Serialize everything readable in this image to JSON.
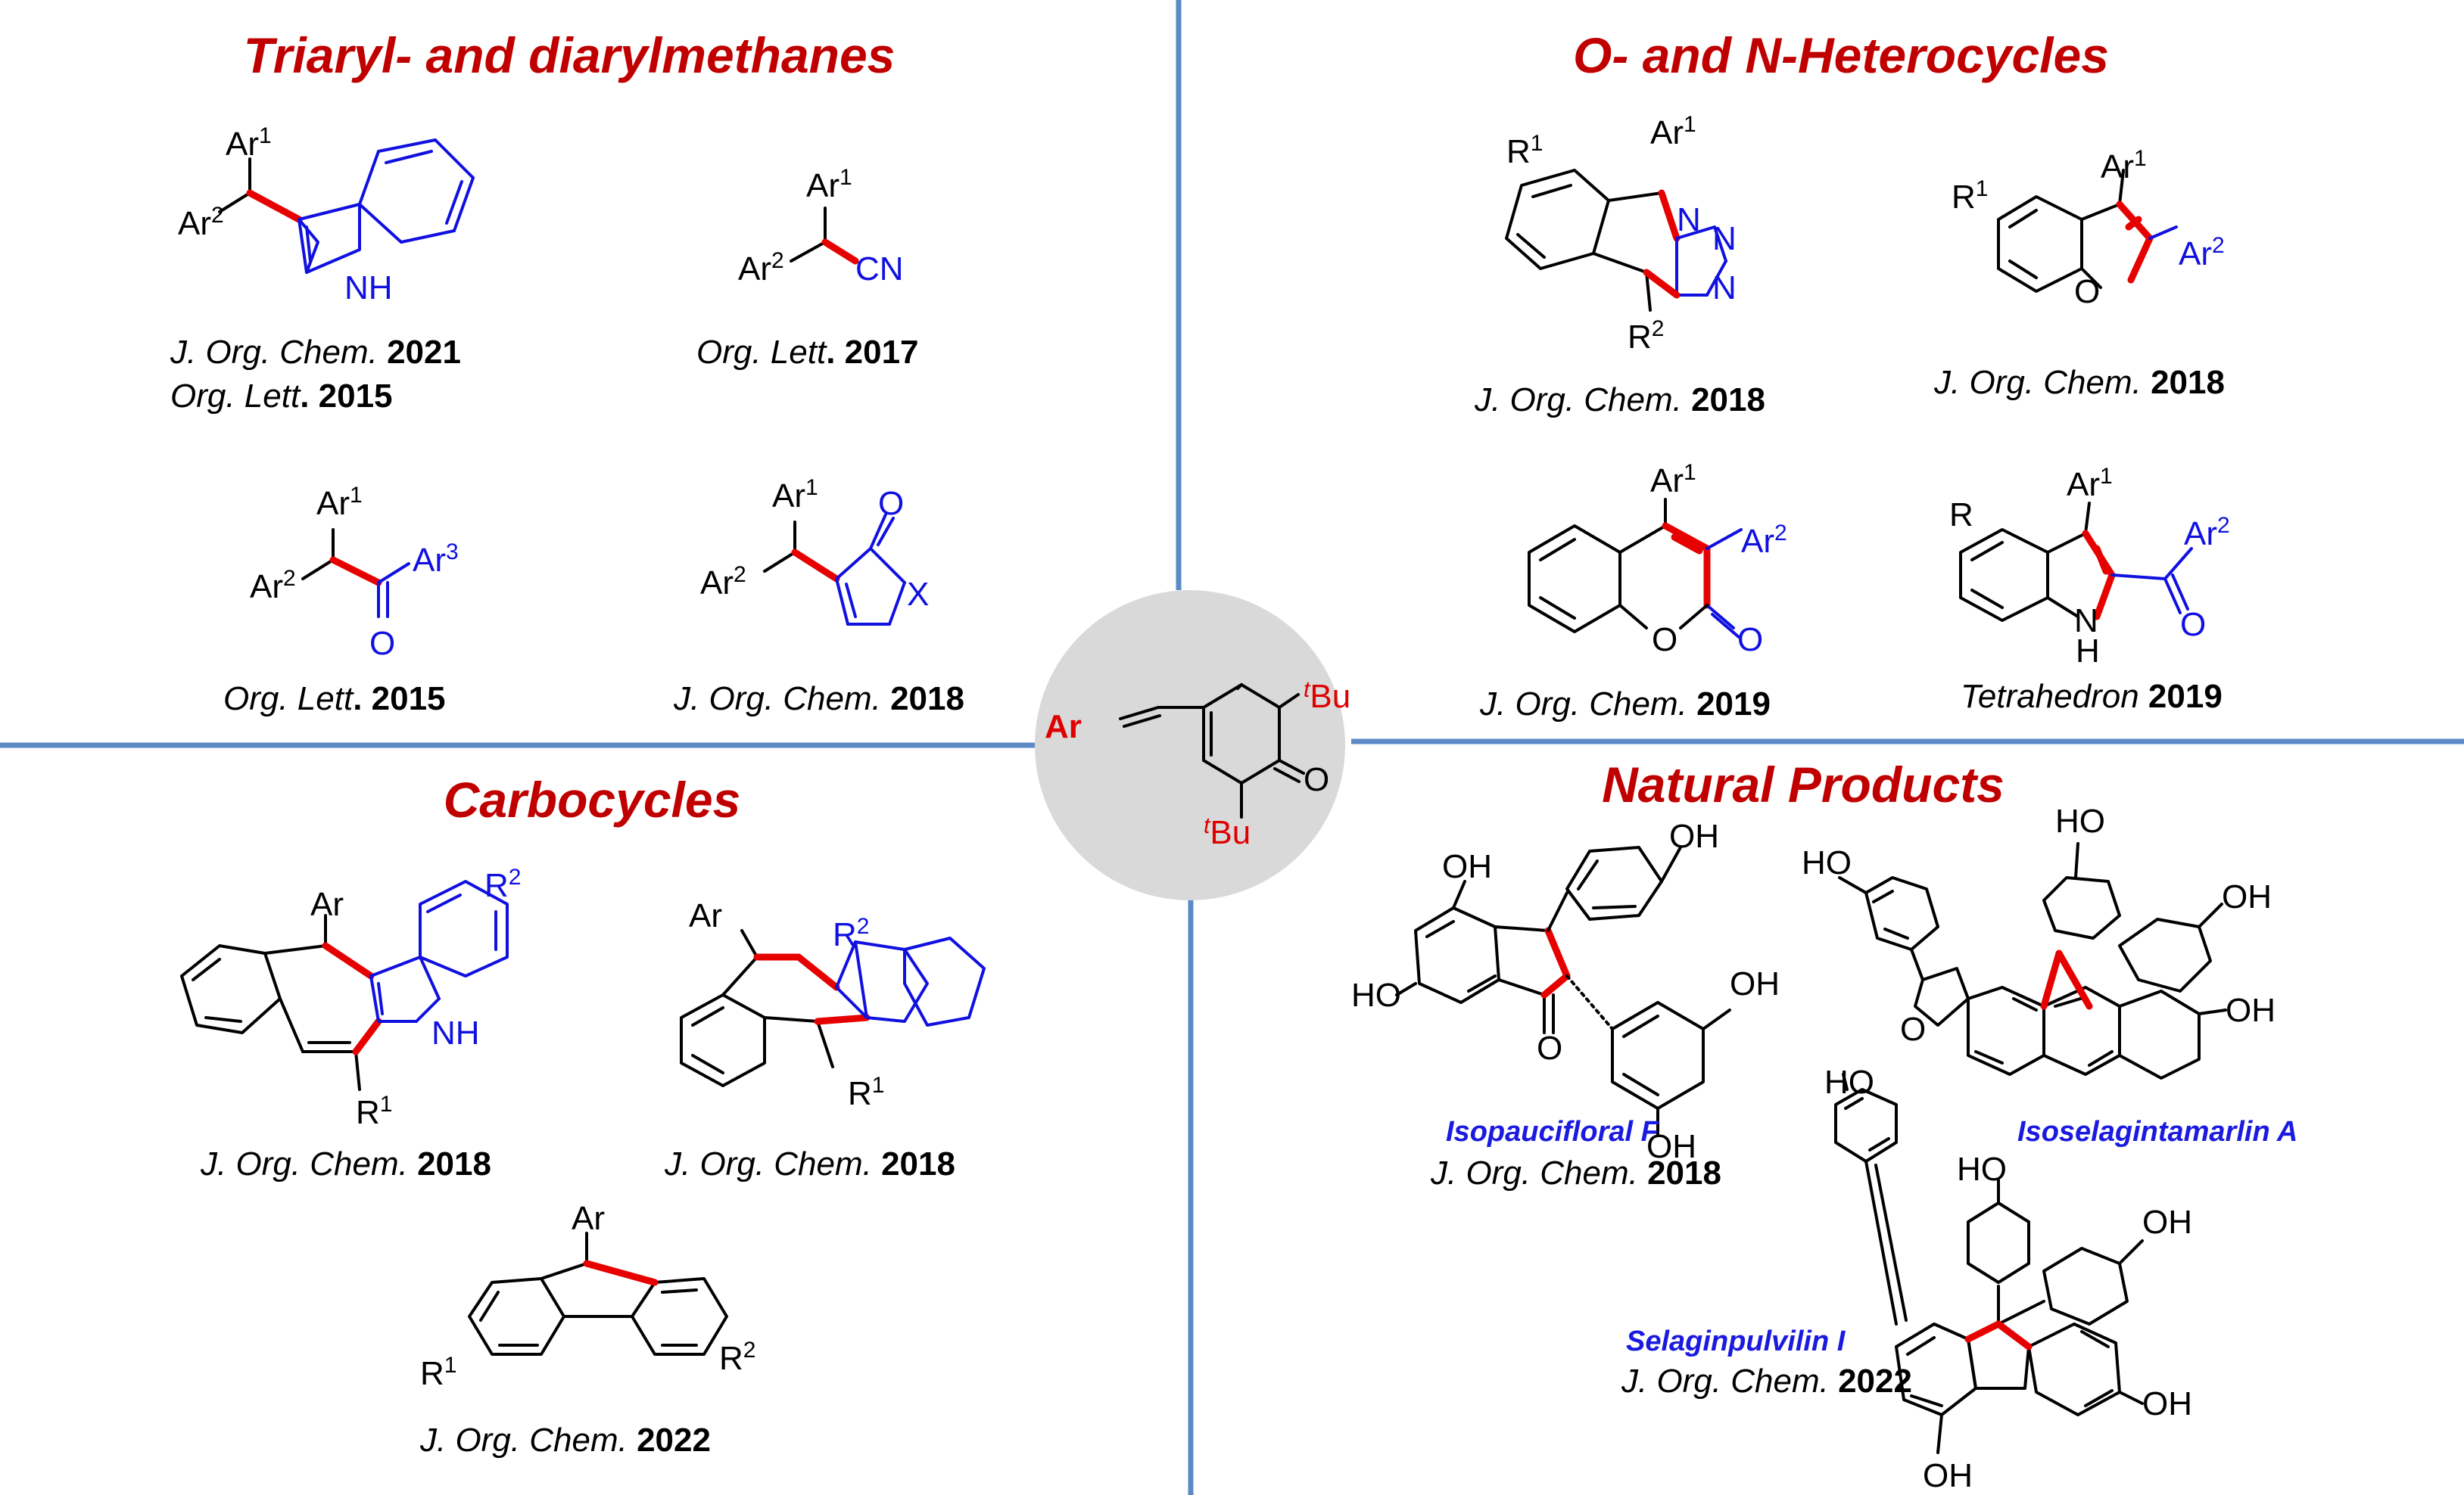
{
  "sections": {
    "triaryl": "Triaryl- and diarylmethanes",
    "heterocycles": "O- and N-Heterocycles",
    "carbocycles": "Carbocycles",
    "natural": "Natural Products"
  },
  "refs": {
    "r1a_j": "J. Org. Chem.",
    "r1a_y": "2021",
    "r1b_j": "Org. Lett",
    "r1b_y": ". 2015",
    "r2_j": "Org. Lett",
    "r2_y": ". 2017",
    "r3_j": "Org. Lett",
    "r3_y": ". 2015",
    "r4_j": "J. Org. Chem.",
    "r4_y": "2018",
    "h1_j": "J. Org. Chem.",
    "h1_y": "2018",
    "h2_j": "J. Org. Chem.",
    "h2_y": "2018",
    "h3_j": "J. Org. Chem.",
    "h3_y": "2019",
    "h4_j": "Tetrahedron",
    "h4_y": "2019",
    "c1_j": "J. Org. Chem.",
    "c1_y": "2018",
    "c2_j": "J. Org. Chem.",
    "c2_y": "2018",
    "c3_j": "J. Org. Chem.",
    "c3_y": "2022",
    "n1_j": "J. Org. Chem.",
    "n1_y": "2018",
    "n3_j": "J. Org. Chem.",
    "n3_y": "2022"
  },
  "natural_products": {
    "np1": "Isopaucifloral F",
    "np2": "Isoselagintamarlin A",
    "np3": "Selaginpulvilin I"
  },
  "center": {
    "ar": "Ar",
    "tbu": "Bu",
    "t": "t",
    "o": "O"
  },
  "labels": {
    "ar": "Ar",
    "ar1": "Ar",
    "ar2": "Ar",
    "ar3": "Ar",
    "sup1": "1",
    "sup2": "2",
    "sup3": "3",
    "r": "R",
    "r1": "R",
    "r2": "R",
    "nh": "NH",
    "h": "H",
    "n": "N",
    "cn": "CN",
    "o": "O",
    "x": "X",
    "oh": "OH",
    "ho": "HO"
  },
  "colors": {
    "section_title": "#c00000",
    "highlight_bond": "#e60000",
    "new_ring": "#1010e0",
    "divider": "#5b8ac6",
    "center_circle": "#d9d9d9"
  }
}
